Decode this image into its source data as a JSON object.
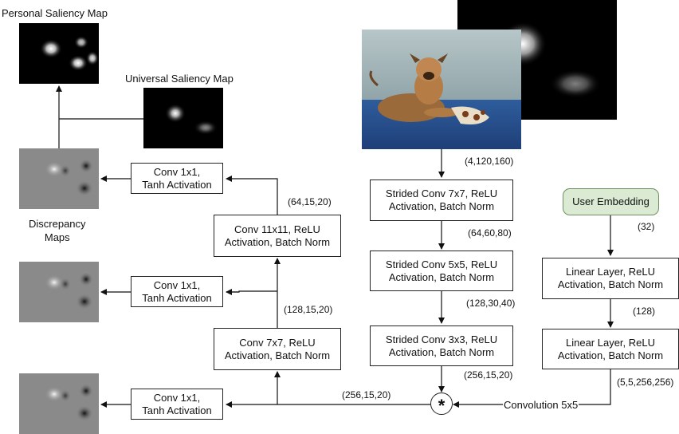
{
  "titles": {
    "personal_map": "Personal Saliency Map",
    "universal_map": "Universal Saliency Map",
    "discrepancy_maps": "Discrepancy\nMaps"
  },
  "boxes": {
    "conv1x1_a": "Conv 1x1,\nTanh Activation",
    "conv1x1_b": "Conv 1x1,\nTanh Activation",
    "conv1x1_c": "Conv 1x1,\nTanh Activation",
    "conv11x11": "Conv 11x11, ReLU\nActivation, Batch Norm",
    "conv7x7": "Conv 7x7, ReLU\nActivation, Batch Norm",
    "strided7x7": "Strided Conv 7x7, ReLU\nActivation, Batch Norm",
    "strided5x5": "Strided Conv 5x5, ReLU\nActivation, Batch Norm",
    "strided3x3": "Strided Conv 3x3, ReLU\nActivation, Batch Norm",
    "user_embedding": "User Embedding",
    "linear1": "Linear Layer, ReLU\nActivation, Batch Norm",
    "linear2": "Linear Layer, ReLU\nActivation, Batch Norm"
  },
  "shapes": {
    "s_4_120_160": "(4,120,160)",
    "s_64_60_80": "(64,60,80)",
    "s_128_30_40": "(128,30,40)",
    "s_256_15_20_right": "(256,15,20)",
    "s_64_15_20": "(64,15,20)",
    "s_128_15_20": "(128,15,20)",
    "s_256_15_20_left": "(256,15,20)",
    "s_32": "(32)",
    "s_128": "(128)",
    "s_5_5_256_256": "(5,5,256,256)"
  },
  "operator": {
    "symbol": "*",
    "convolution_label": "Convolution 5x5"
  }
}
